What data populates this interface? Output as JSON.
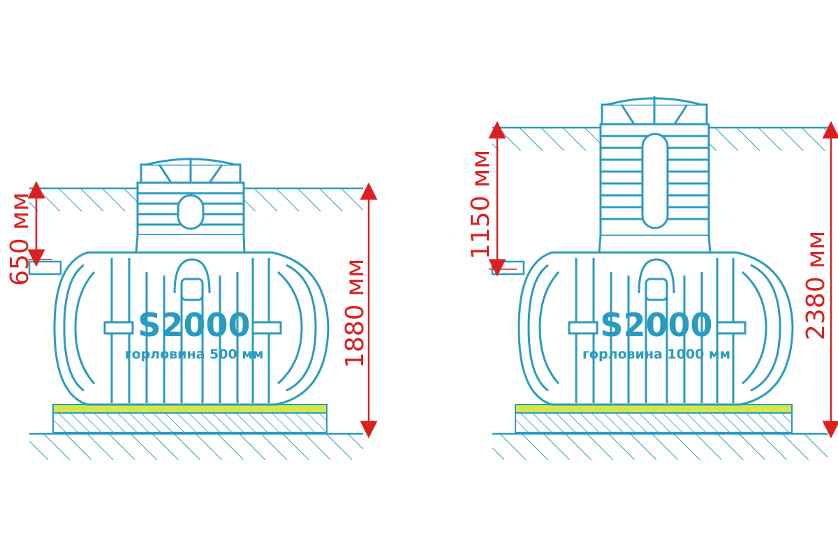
{
  "colors": {
    "outline": "#2a9bc0",
    "dimension": "#d92121",
    "sand_layer": "#d4e84a",
    "background": "#ffffff"
  },
  "tanks": [
    {
      "model": "S2000",
      "neck_label": "горловина 500 мм",
      "burial_depth": "650 мм",
      "total_height": "1880 мм"
    },
    {
      "model": "S2000",
      "neck_label": "горловина 1000 мм",
      "burial_depth": "1150 мм",
      "total_height": "2380 мм"
    }
  ]
}
